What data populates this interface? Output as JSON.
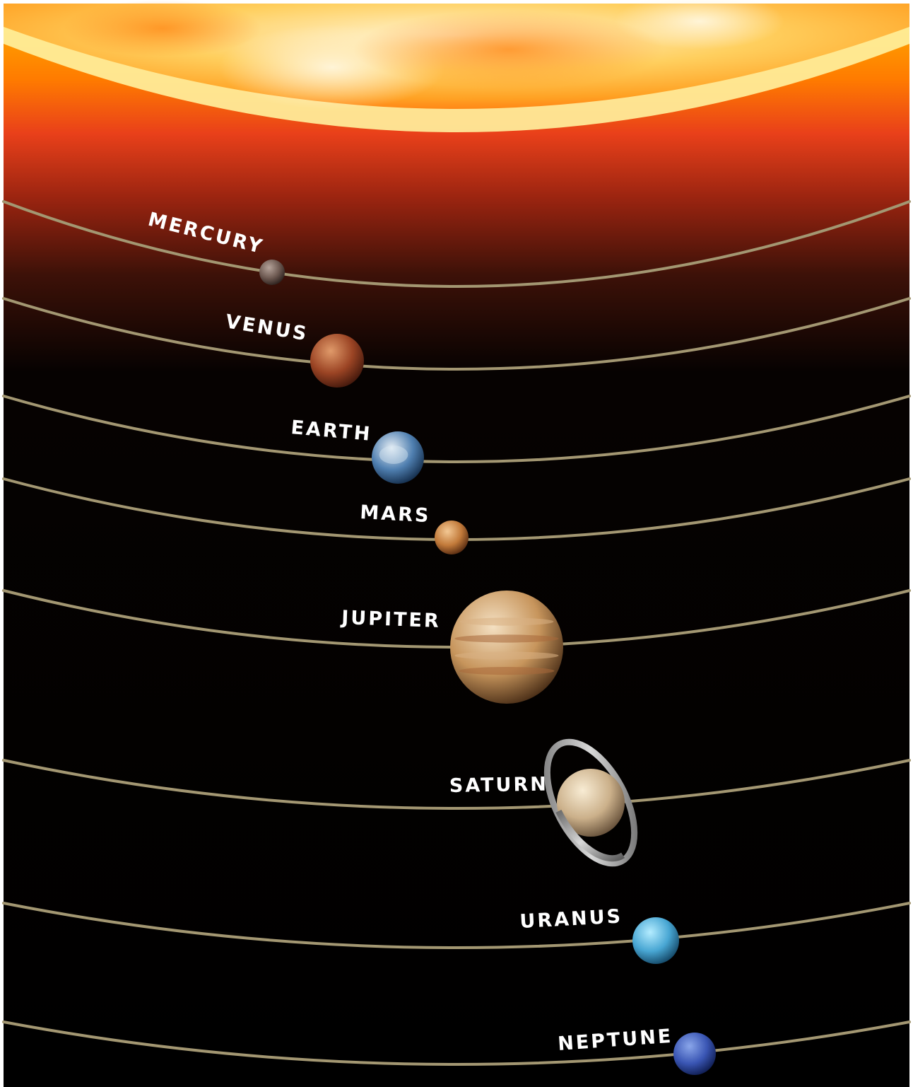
{
  "planets": [
    {
      "key": "mercury",
      "name": "MERCURY",
      "colors": [
        "#b5a39a",
        "#6e5a52",
        "#241a17"
      ]
    },
    {
      "key": "venus",
      "name": "VENUS",
      "colors": [
        "#e09a6a",
        "#9b4424",
        "#3b140a"
      ]
    },
    {
      "key": "earth",
      "name": "EARTH",
      "colors": [
        "#e6eef5",
        "#4f7fb0",
        "#0f2642"
      ]
    },
    {
      "key": "mars",
      "name": "MARS",
      "colors": [
        "#f3c894",
        "#c27a3a",
        "#4c230d"
      ]
    },
    {
      "key": "jupiter",
      "name": "JUPITER",
      "colors": [
        "#f4e0c2",
        "#c7955c",
        "#3e2410"
      ]
    },
    {
      "key": "saturn",
      "name": "SATURN",
      "colors": [
        "#f8ecd4",
        "#cbb08a",
        "#5c4732"
      ]
    },
    {
      "key": "uranus",
      "name": "URANUS",
      "colors": [
        "#b4ecff",
        "#48a6d3",
        "#0f3e5c"
      ]
    },
    {
      "key": "neptune",
      "name": "NEPTUNE",
      "colors": [
        "#8aa6ea",
        "#3a56b4",
        "#0b1848"
      ]
    }
  ],
  "colors": {
    "space": "#000000",
    "orbit": "#a39772",
    "sun_core": "#fff3cf",
    "sun_mid": "#ffad2a",
    "sun_edge": "#ff7a10"
  }
}
